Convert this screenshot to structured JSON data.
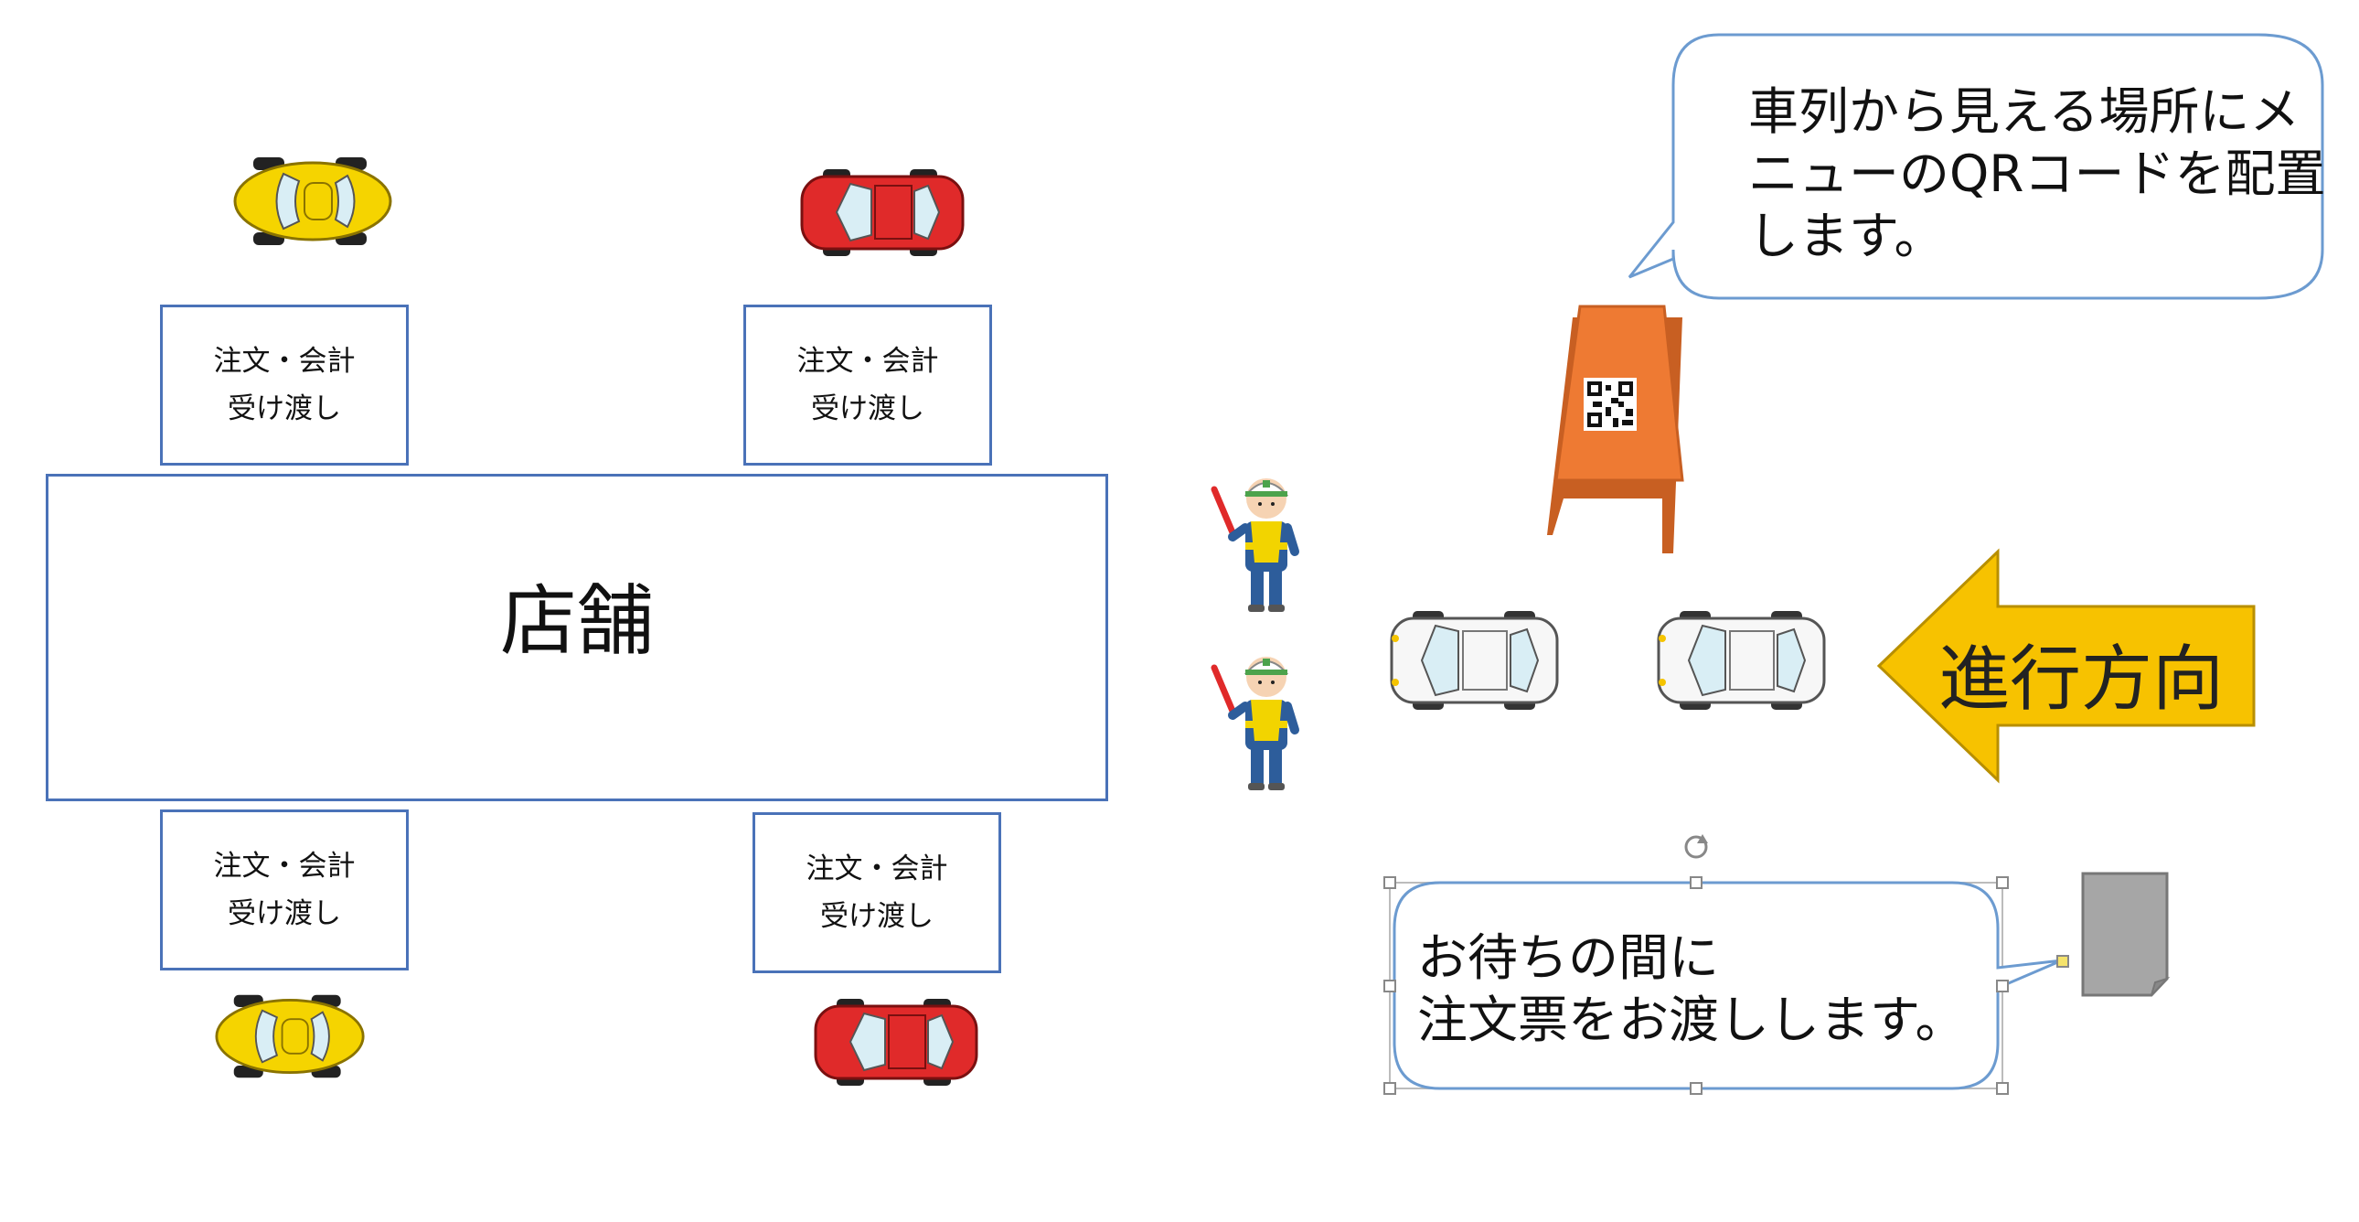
{
  "store_label": "店舗",
  "stations": [
    {
      "line1": "注文・会計",
      "line2": "受け渡し"
    },
    {
      "line1": "注文・会計",
      "line2": "受け渡し"
    },
    {
      "line1": "注文・会計",
      "line2": "受け渡し"
    },
    {
      "line1": "注文・会計",
      "line2": "受け渡し"
    }
  ],
  "callout_menu": {
    "lines": [
      "車列から見える場所にメ",
      "ニューのQRコードを配置",
      "します。"
    ]
  },
  "callout_order": {
    "lines": [
      "お待ちの間に",
      "注文票をお渡しします。"
    ]
  },
  "direction_arrow": {
    "label": "進行方向",
    "color": "#f7c200"
  },
  "colors": {
    "box_border": "#4a72b8",
    "callout_border": "#6c9bd0",
    "signboard": "#ee7a33",
    "car_yellow": "#f5d400",
    "car_red": "#e02a2a",
    "car_white": "#f7f7f7",
    "order_slip": "#a6a6a6"
  }
}
